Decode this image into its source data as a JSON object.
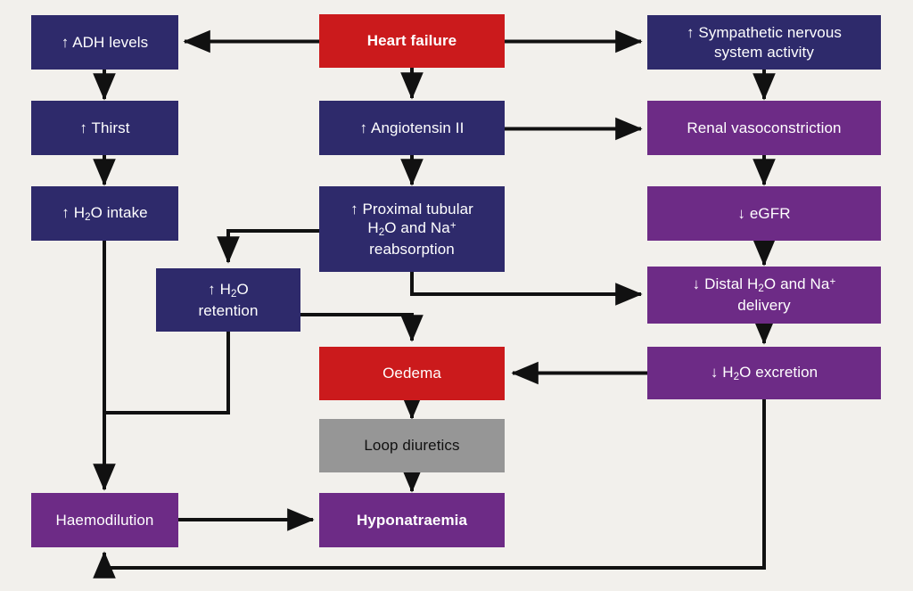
{
  "figure": {
    "kind": "flowchart",
    "background_color": "#f2f0ec",
    "title_text": "",
    "palette": {
      "navy": "#2e2a6b",
      "red": "#cb1a1c",
      "purple": "#6d2b86",
      "grey": "#969696",
      "connector": "#111111",
      "text_light": "#ffffff",
      "text_dark": "#111111"
    }
  },
  "nodes": {
    "heart_failure": {
      "label": "Heart failure",
      "color": "red",
      "bold": true
    },
    "adh_levels": {
      "label": "↑ ADH levels",
      "color": "navy",
      "bold": false
    },
    "thirst": {
      "label": "↑ Thirst",
      "color": "navy",
      "bold": false
    },
    "h2o_intake": {
      "label_pre": "↑ H",
      "label_sub": "2",
      "label_post": "O intake",
      "color": "navy",
      "bold": false
    },
    "sympathetic": {
      "line1": "↑ Sympathetic nervous",
      "line2": "system activity",
      "color": "navy",
      "bold": false
    },
    "angiotensin": {
      "label": "↑ Angiotensin II",
      "color": "navy",
      "bold": false
    },
    "renal_vasoconstriction": {
      "label": "Renal vasoconstriction",
      "color": "purple",
      "bold": false
    },
    "proximal_tubular": {
      "line1": "↑ Proximal tubular",
      "line2_pre": "H",
      "line2_sub": "2",
      "line2_mid": "O and Na",
      "line2_sup": "+",
      "line3": "reabsorption",
      "color": "navy",
      "bold": false
    },
    "egfr": {
      "label": "↓ eGFR",
      "color": "purple",
      "bold": false
    },
    "h2o_retention": {
      "line1_pre": "↑ H",
      "line1_sub": "2",
      "line1_post": "O",
      "line2": "retention",
      "color": "navy",
      "bold": false
    },
    "distal_delivery": {
      "line1_pre": "↓ Distal H",
      "line1_sub": "2",
      "line1_mid": "O and Na",
      "line1_sup": "+",
      "line2": "delivery",
      "color": "purple",
      "bold": false
    },
    "oedema": {
      "label": "Oedema",
      "color": "red",
      "bold": false
    },
    "h2o_excretion": {
      "label_pre": "↓ H",
      "label_sub": "2",
      "label_post": "O excretion",
      "color": "purple",
      "bold": false
    },
    "loop_diuretics": {
      "label": "Loop diuretics",
      "color": "grey",
      "bold": false
    },
    "haemodilution": {
      "label": "Haemodilution",
      "color": "purple",
      "bold": false
    },
    "hyponatraemia": {
      "label": "Hyponatraemia",
      "color": "purple",
      "bold": true
    }
  },
  "edges": [
    {
      "from": "heart_failure",
      "to": "adh_levels",
      "style": "horizontal-left-arrow"
    },
    {
      "from": "heart_failure",
      "to": "sympathetic",
      "style": "horizontal-right-arrow"
    },
    {
      "from": "heart_failure",
      "to": "angiotensin",
      "style": "vertical-down-arrow"
    },
    {
      "from": "adh_levels",
      "to": "thirst",
      "style": "vertical-down-arrow"
    },
    {
      "from": "thirst",
      "to": "h2o_intake",
      "style": "vertical-down-arrow"
    },
    {
      "from": "h2o_intake",
      "to": "haemodilution",
      "style": "vertical-down-arrow"
    },
    {
      "from": "sympathetic",
      "to": "renal_vasoconstriction",
      "style": "vertical-down-arrow"
    },
    {
      "from": "angiotensin",
      "to": "renal_vasoconstriction",
      "style": "horizontal-right-arrow"
    },
    {
      "from": "angiotensin",
      "to": "proximal_tubular",
      "style": "vertical-down-arrow"
    },
    {
      "from": "renal_vasoconstriction",
      "to": "egfr",
      "style": "vertical-down-arrow"
    },
    {
      "from": "egfr",
      "to": "distal_delivery",
      "style": "vertical-down-arrow"
    },
    {
      "from": "proximal_tubular",
      "to": "h2o_retention",
      "style": "elbow-left-down-arrow"
    },
    {
      "from": "proximal_tubular",
      "to": "distal_delivery",
      "style": "elbow-down-right-arrow"
    },
    {
      "from": "h2o_retention",
      "to": "oedema",
      "style": "elbow-right-down-arrow"
    },
    {
      "from": "h2o_retention",
      "to": "haemodilution",
      "style": "elbow-down-left-join"
    },
    {
      "from": "distal_delivery",
      "to": "h2o_excretion",
      "style": "vertical-down-arrow"
    },
    {
      "from": "h2o_excretion",
      "to": "oedema",
      "style": "horizontal-left-arrow"
    },
    {
      "from": "oedema",
      "to": "loop_diuretics",
      "style": "vertical-down-arrow"
    },
    {
      "from": "loop_diuretics",
      "to": "hyponatraemia",
      "style": "vertical-down-arrow"
    },
    {
      "from": "haemodilution",
      "to": "hyponatraemia",
      "style": "horizontal-right-arrow"
    },
    {
      "from": "h2o_excretion",
      "to": "haemodilution",
      "style": "feedback-bottom-loop-up-arrow"
    }
  ]
}
